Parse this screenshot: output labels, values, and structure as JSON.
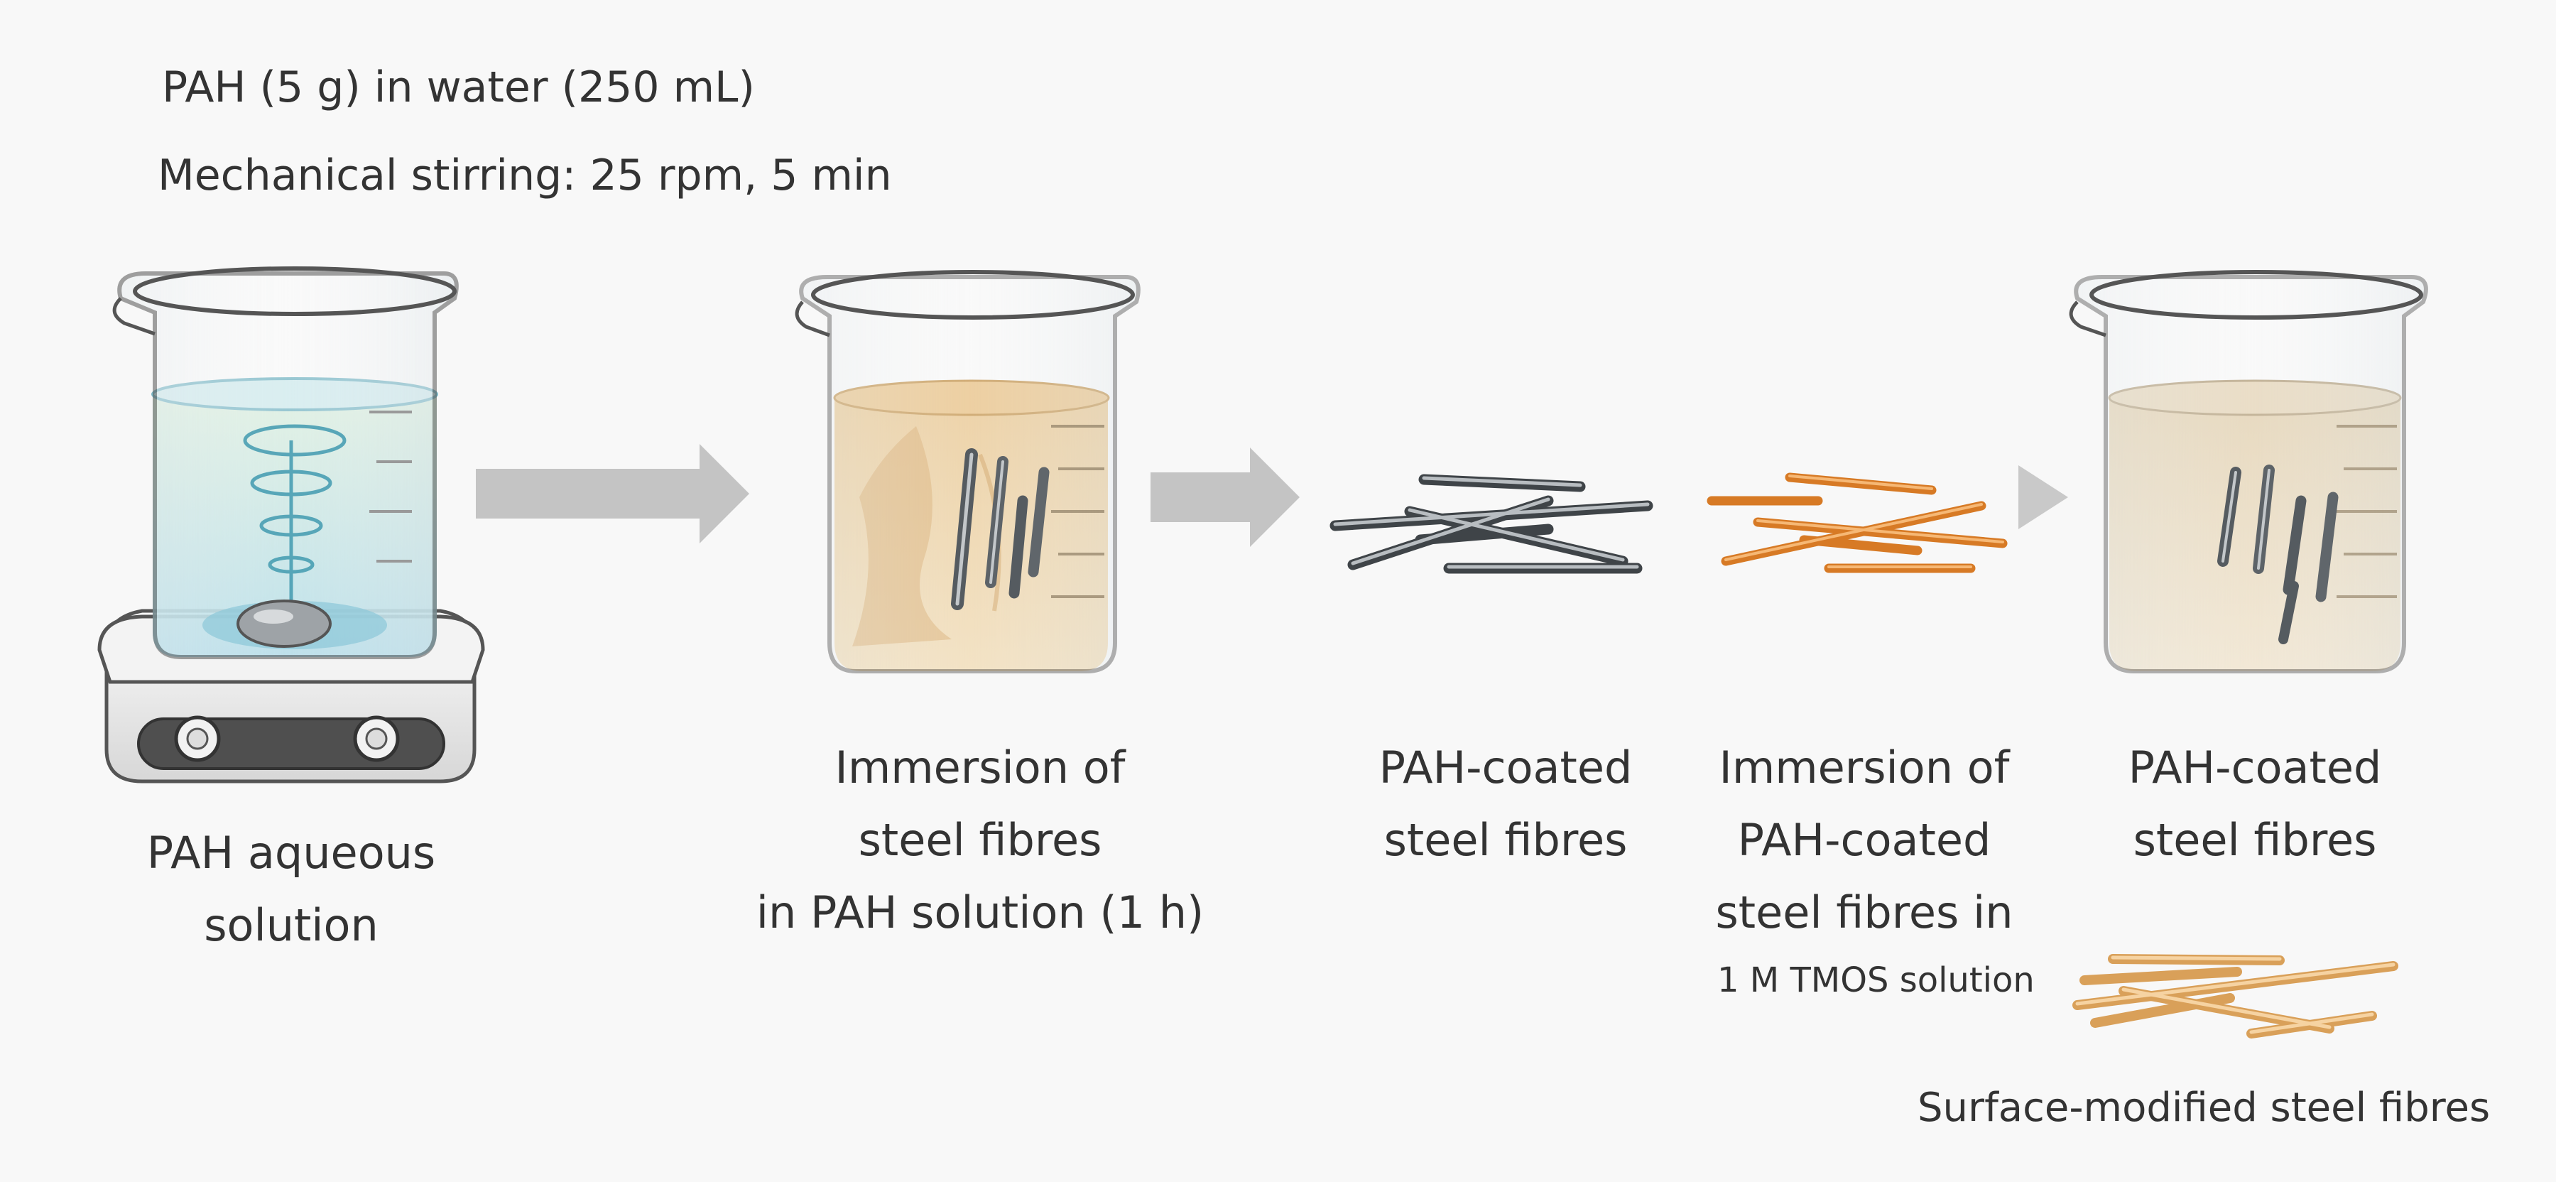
{
  "header": {
    "line1": "PAH (5 g) in water (250 mL)",
    "line2": "Mechanical stirring: 25 rpm, 5 min"
  },
  "steps": [
    {
      "caption": [
        "PAH aqueous",
        "solution"
      ]
    },
    {
      "caption": [
        "Immersion of",
        "steel fibres",
        "in PAH solution (1 h)"
      ]
    },
    {
      "caption": [
        "PAH-coated",
        "steel fibres"
      ]
    },
    {
      "caption": [
        "Immersion of",
        "PAH-coated",
        "steel fibres in"
      ],
      "sub": "1 M TMOS solution"
    },
    {
      "caption": [
        "PAH-coated",
        "steel fibres"
      ]
    }
  ],
  "footer": {
    "label": "Surface-modified steel fibres"
  },
  "colors": {
    "background": "#f8f8f8",
    "arrow": "#c4c4c4",
    "pah_solution": "#dcbf8c",
    "water": "#bfe0e6",
    "steel_fibre": "#8a9096",
    "pah_fibre": "#e39a45",
    "tmos_fibre": "#e8bb7c"
  },
  "icons": [
    "beaker-icon",
    "stirring-hotplate-icon",
    "stir-bar-icon",
    "arrow-right-icon",
    "steel-fibres-icon"
  ]
}
